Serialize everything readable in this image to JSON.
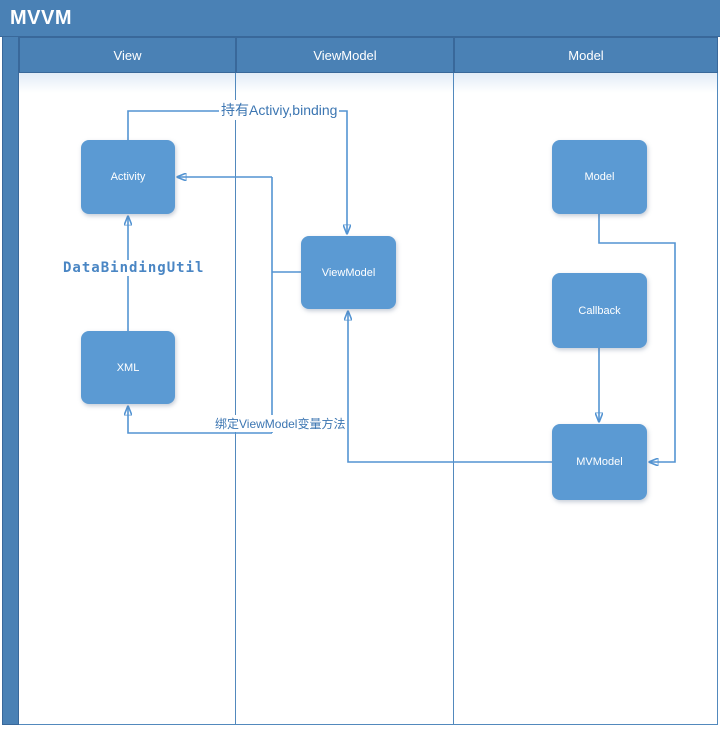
{
  "title": "MVVM",
  "lanes": [
    {
      "label": "View"
    },
    {
      "label": "ViewModel"
    },
    {
      "label": "Model"
    }
  ],
  "nodes": {
    "activity": {
      "label": "Activity"
    },
    "xml": {
      "label": "XML"
    },
    "viewmodel": {
      "label": "ViewModel"
    },
    "model": {
      "label": "Model"
    },
    "callback": {
      "label": "Callback"
    },
    "mvmodel": {
      "label": "MVModel"
    }
  },
  "edge_labels": {
    "holds": "持有Activiy,binding",
    "databinding_util": "DataBindingUtil",
    "bind_vm": "绑定ViewModel变量方法"
  },
  "edges": [
    {
      "from": "Activity",
      "to": "ViewModel",
      "label": "持有Activiy,binding"
    },
    {
      "from": "XML",
      "to": "Activity",
      "label": "DataBindingUtil"
    },
    {
      "from": "ViewModel",
      "to": "Activity",
      "label": ""
    },
    {
      "from": "ViewModel",
      "to": "XML",
      "label": "绑定ViewModel变量方法"
    },
    {
      "from": "MVModel",
      "to": "ViewModel",
      "label": ""
    },
    {
      "from": "Model",
      "to": "MVModel",
      "label": ""
    },
    {
      "from": "Callback",
      "to": "MVModel",
      "label": ""
    }
  ],
  "colors": {
    "header_blue": "#4a81b5",
    "header_border": "#39689a",
    "node_fill": "#5b9ad3",
    "connector": "#5494d2",
    "edge_label_text": "#3c76b2",
    "databinding_text": "#4a86c4",
    "lane_divider": "#5289bd"
  }
}
